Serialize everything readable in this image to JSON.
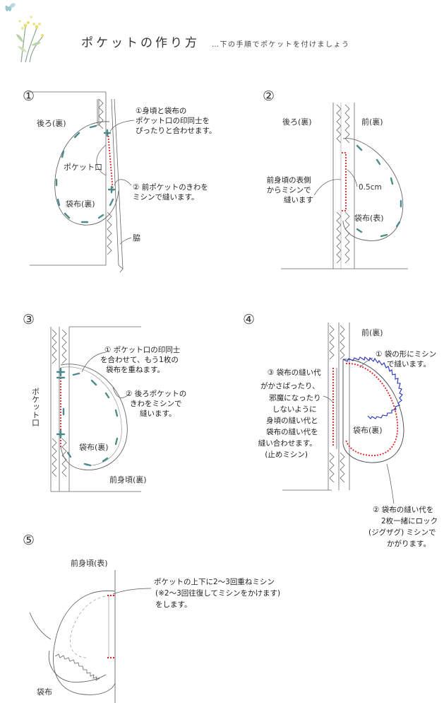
{
  "title": "ポケットの作り方",
  "subtitle": "…下の手順でポケットを付けましょう",
  "colors": {
    "line": "#555555",
    "stitch_red": "#e02020",
    "mark_teal": "#4a8a8a",
    "overlock_blue": "#2230c0"
  },
  "steps": [
    {
      "number": "①",
      "labels": {
        "back_body": "後ろ(裏)",
        "pocket_opening": "ポケット口",
        "pocket_bag": "袋布(裏)",
        "side": "脇"
      },
      "instructions": [
        [
          "①身頃と袋布の",
          "ポケット口の印同士を",
          "ぴったりと合わせます。"
        ],
        [
          "② 前ポケットのきわを",
          "ミシンで縫います。"
        ]
      ]
    },
    {
      "number": "②",
      "labels": {
        "back_body": "後ろ(裏)",
        "front": "前(裏)",
        "pocket_bag": "袋布(表)",
        "measure": "0.5cm"
      },
      "instructions": [
        [
          "前身頃の表側",
          "からミシンで",
          "縫います"
        ]
      ]
    },
    {
      "number": "③",
      "labels": {
        "pocket_opening_vertical": "ポケット口",
        "pocket_bag": "袋布(裏)",
        "front_body": "前身頃(裏)"
      },
      "instructions": [
        [
          "① ポケット口の印同士",
          "を合わせて、もう1枚の",
          "袋布を重ねます。"
        ],
        [
          "② 後ろポケットの",
          "きわをミシンで",
          "縫います。"
        ]
      ]
    },
    {
      "number": "④",
      "labels": {
        "front": "前(裏)",
        "pocket_bag": "袋布(裏)"
      },
      "instructions": [
        [
          "① 袋の形にミシン",
          "で縫います。"
        ],
        [
          "③ 袋布の縫い代",
          "がかさばったり、",
          "邪魔になったり",
          "しないように",
          "身頃の縫い代と",
          "袋布の縫い代を",
          "縫い合わせます。",
          "(止めミシン)"
        ],
        [
          "② 袋布の縫い代を",
          "2枚一緒にロック",
          "(ジグザグ) ミシンで",
          "かがります。"
        ]
      ]
    },
    {
      "number": "⑤",
      "labels": {
        "front_body": "前身頃(表)",
        "pocket_bag": "袋布"
      },
      "instructions": [
        [
          "ポケットの上下に2～3回重ねミシン",
          "(※2～3回往復してミシンをかけます)",
          "をします。"
        ]
      ]
    }
  ]
}
